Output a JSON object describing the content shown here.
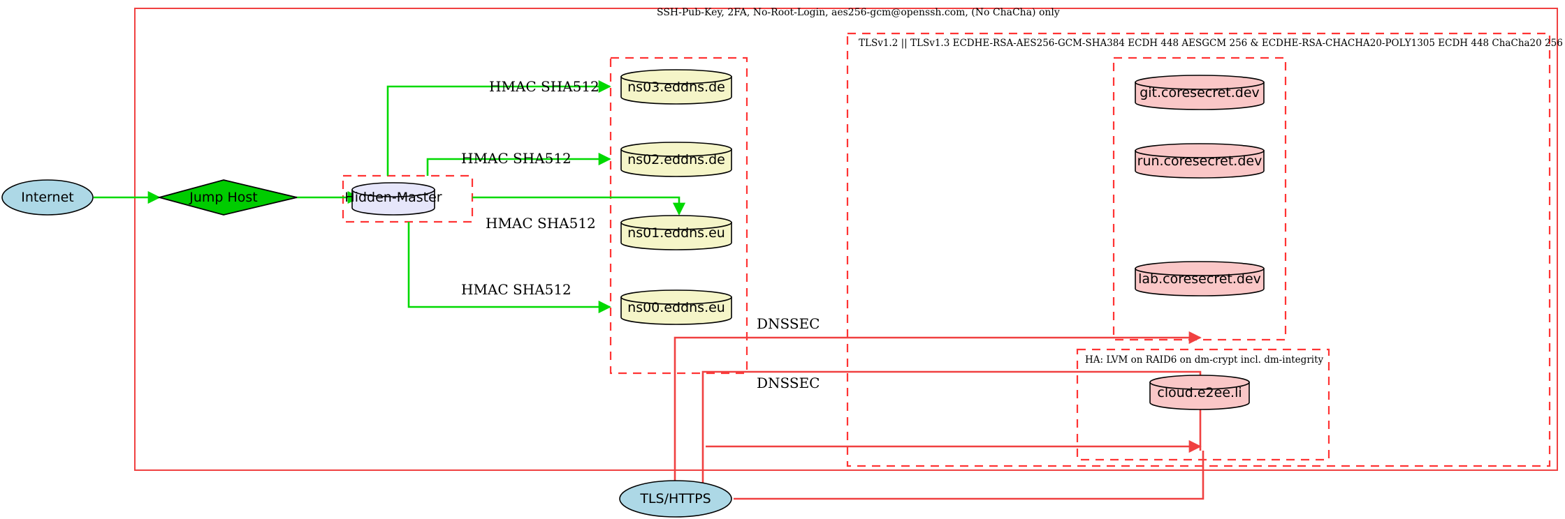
{
  "diagram": {
    "title_label": "SSH-Pub-Key, 2FA, No-Root-Login, aes256-gcm@openssh.com, (No ChaCha) only",
    "clusters": [
      {
        "name": "ssh-cluster",
        "label": "SSH-Pub-Key, 2FA, No-Root-Login, aes256-gcm@openssh.com, (No ChaCha) only"
      },
      {
        "name": "tls-cluster",
        "label": "TLSv1.2 || TLSv1.3 ECDHE-RSA-AES256-GCM-SHA384 ECDH 448 AESGCM 256 & ECDHE-RSA-CHACHA20-POLY1305 ECDH 448 ChaCha20 256"
      },
      {
        "name": "ha-cluster",
        "label": "HA: LVM on RAID6 on dm-crypt incl. dm-integrity"
      },
      {
        "name": "dns-cluster",
        "label": ""
      },
      {
        "name": "master-cluster",
        "label": ""
      },
      {
        "name": "core-cluster",
        "label": ""
      }
    ],
    "nodes": [
      {
        "id": "internet",
        "label": "Internet",
        "shape": "ellipse",
        "fill": "#add8e6"
      },
      {
        "id": "jumphost",
        "label": "Jump Host",
        "shape": "diamond",
        "fill": "#00cc00"
      },
      {
        "id": "hiddenmaster",
        "label": "Hidden-Master",
        "shape": "cylinder",
        "fill": "#e6e6fa"
      },
      {
        "id": "ns03",
        "label": "ns03.eddns.de",
        "shape": "cylinder",
        "fill": "#f5f5c8"
      },
      {
        "id": "ns02",
        "label": "ns02.eddns.de",
        "shape": "cylinder",
        "fill": "#f5f5c8"
      },
      {
        "id": "ns01",
        "label": "ns01.eddns.eu",
        "shape": "cylinder",
        "fill": "#f5f5c8"
      },
      {
        "id": "ns00",
        "label": "ns00.eddns.eu",
        "shape": "cylinder",
        "fill": "#f5f5c8"
      },
      {
        "id": "git",
        "label": "git.coresecret.dev",
        "shape": "cylinder",
        "fill": "#fac7c7"
      },
      {
        "id": "run",
        "label": "run.coresecret.dev",
        "shape": "cylinder",
        "fill": "#fac7c7"
      },
      {
        "id": "lab",
        "label": "lab.coresecret.dev",
        "shape": "cylinder",
        "fill": "#fac7c7"
      },
      {
        "id": "cloud",
        "label": "cloud.e2ee.li",
        "shape": "cylinder",
        "fill": "#fac7c7"
      },
      {
        "id": "tlshttps",
        "label": "TLS/HTTPS",
        "shape": "ellipse",
        "fill": "#add8e6"
      }
    ],
    "edge_labels": [
      {
        "id": "hmac-ns03",
        "label": "HMAC SHA512"
      },
      {
        "id": "hmac-ns02",
        "label": "HMAC SHA512"
      },
      {
        "id": "hmac-ns01",
        "label": "HMAC SHA512"
      },
      {
        "id": "hmac-ns00",
        "label": "HMAC SHA512"
      },
      {
        "id": "dnssec-1",
        "label": "DNSSEC"
      },
      {
        "id": "dnssec-2",
        "label": "DNSSEC"
      }
    ],
    "colors": {
      "edge_green": "#00d900",
      "edge_red": "#f04040",
      "cluster_border": "#ff3333",
      "node_stroke": "#000000",
      "background": "#ffffff"
    }
  }
}
